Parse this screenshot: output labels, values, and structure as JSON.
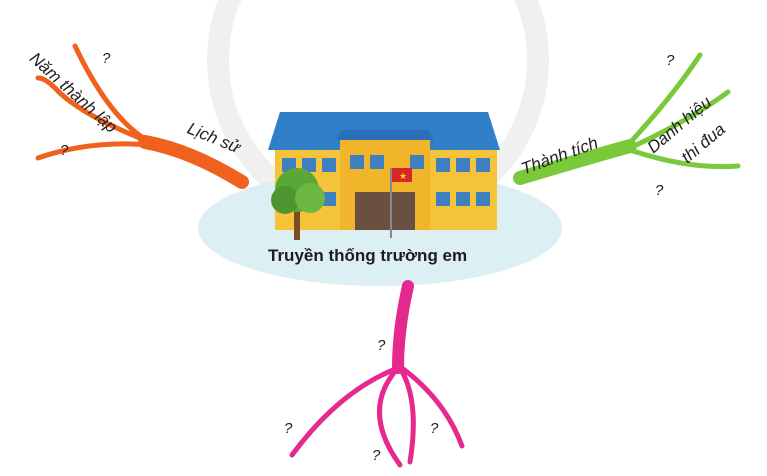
{
  "center": {
    "title": "Truyền thống trường em"
  },
  "branches": [
    {
      "label": "Lịch sử",
      "color": "#f0601e",
      "sub": [
        "Năm thành lập",
        "?",
        "?"
      ]
    },
    {
      "label": "Thành tích",
      "color": "#79c93a",
      "sub": [
        "Danh hiệu",
        "thi đua",
        "?",
        "?"
      ]
    },
    {
      "label": "",
      "color": "#e5298e",
      "sub": [
        "?",
        "?",
        "?",
        "?"
      ]
    }
  ]
}
